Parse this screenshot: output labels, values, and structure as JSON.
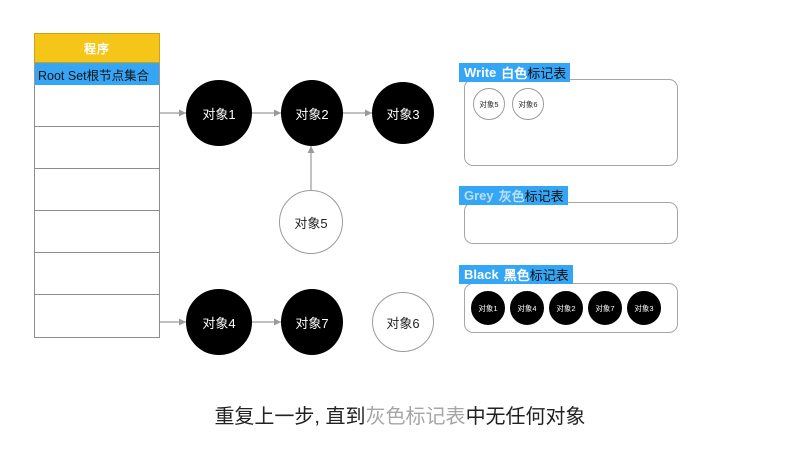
{
  "colors": {
    "program_header_bg": "#F5C518",
    "rootset_bar_bg": "#35A5F5",
    "panel_header_bg": "#35A5F5",
    "node_black": "#000000",
    "node_white": "#FFFFFF",
    "node_border_grey": "#9B9B9B",
    "arrow_grey": "#9A9A9A",
    "caption_grey": "#A6A6A6"
  },
  "rootset": {
    "program_label": "程序",
    "root_set_label": "Root Set根节点集合",
    "row_count": 6
  },
  "graph": {
    "nodes": [
      {
        "id": "n1",
        "label": "对象1",
        "style": "black"
      },
      {
        "id": "n2",
        "label": "对象2",
        "style": "black"
      },
      {
        "id": "n3",
        "label": "对象3",
        "style": "black"
      },
      {
        "id": "n5",
        "label": "对象5",
        "style": "white"
      },
      {
        "id": "n4",
        "label": "对象4",
        "style": "black"
      },
      {
        "id": "n7",
        "label": "对象7",
        "style": "black"
      },
      {
        "id": "n6",
        "label": "对象6",
        "style": "white"
      }
    ]
  },
  "panels": [
    {
      "key": "write",
      "header_en": "Write",
      "header_color_cn": "白色",
      "header_rest_cn": "标记表",
      "items": [
        {
          "label": "对象5",
          "style": "white"
        },
        {
          "label": "对象6",
          "style": "white"
        }
      ]
    },
    {
      "key": "grey",
      "header_en": "Grey",
      "header_color_cn": "灰色",
      "header_rest_cn": "标记表",
      "items": []
    },
    {
      "key": "black",
      "header_en": "Black",
      "header_color_cn": "黑色",
      "header_rest_cn": "标记表",
      "items": [
        {
          "label": "对象1",
          "style": "black"
        },
        {
          "label": "对象4",
          "style": "black"
        },
        {
          "label": "对象2",
          "style": "black"
        },
        {
          "label": "对象7",
          "style": "black"
        },
        {
          "label": "对象3",
          "style": "black"
        }
      ]
    }
  ],
  "caption": {
    "part1": "重复上一步, 直到",
    "highlight": "灰色标记表",
    "part2": "中无任何对象"
  }
}
